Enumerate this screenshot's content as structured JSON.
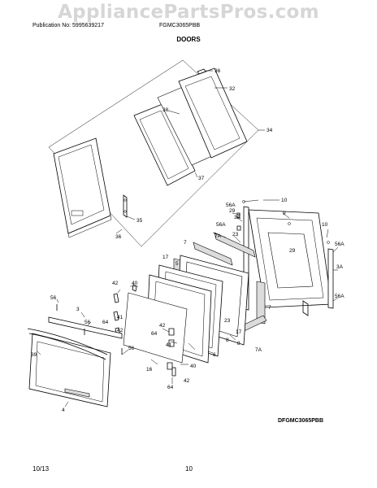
{
  "watermark": "AppliancePartsPros.com",
  "header": {
    "publication": "Publication No: 5995639217",
    "model": "FGMC3065PBB"
  },
  "section_title": "DOORS",
  "diagram_code": "DFGMC3065PBB",
  "footer": {
    "date": "10/13",
    "page_number": "10"
  },
  "callouts": {
    "c36a": "36",
    "c32": "32",
    "c38": "38",
    "c34": "34",
    "c37": "37",
    "c35": "35",
    "c36b": "36",
    "c56a1": "56A",
    "c10a": "10",
    "c29a": "29",
    "c3a1": "3A",
    "c9": "9",
    "c56a2": "56A",
    "c7a1": "7A",
    "c23a": "23",
    "c10b": "10",
    "c7a": "7",
    "c17": "17",
    "c5": "5",
    "c29b": "29",
    "c56a3": "56A",
    "c3a2": "3A",
    "c56a4": "56A",
    "c42a": "42",
    "c40a": "40",
    "c56a": "56",
    "c3": "3",
    "c56b": "56",
    "c41a": "41",
    "c64a": "64",
    "c42b": "42",
    "c56c": "56",
    "c7b": "7",
    "c23b": "23",
    "c17b": "17",
    "c8a": "8",
    "c42c": "42",
    "c64b": "64",
    "c41b": "41",
    "c6": "6",
    "c8b": "8",
    "c7a2": "7A",
    "c39": "39",
    "c16": "16",
    "c40b": "40",
    "c42d": "42",
    "c64c": "64",
    "c4": "4"
  }
}
